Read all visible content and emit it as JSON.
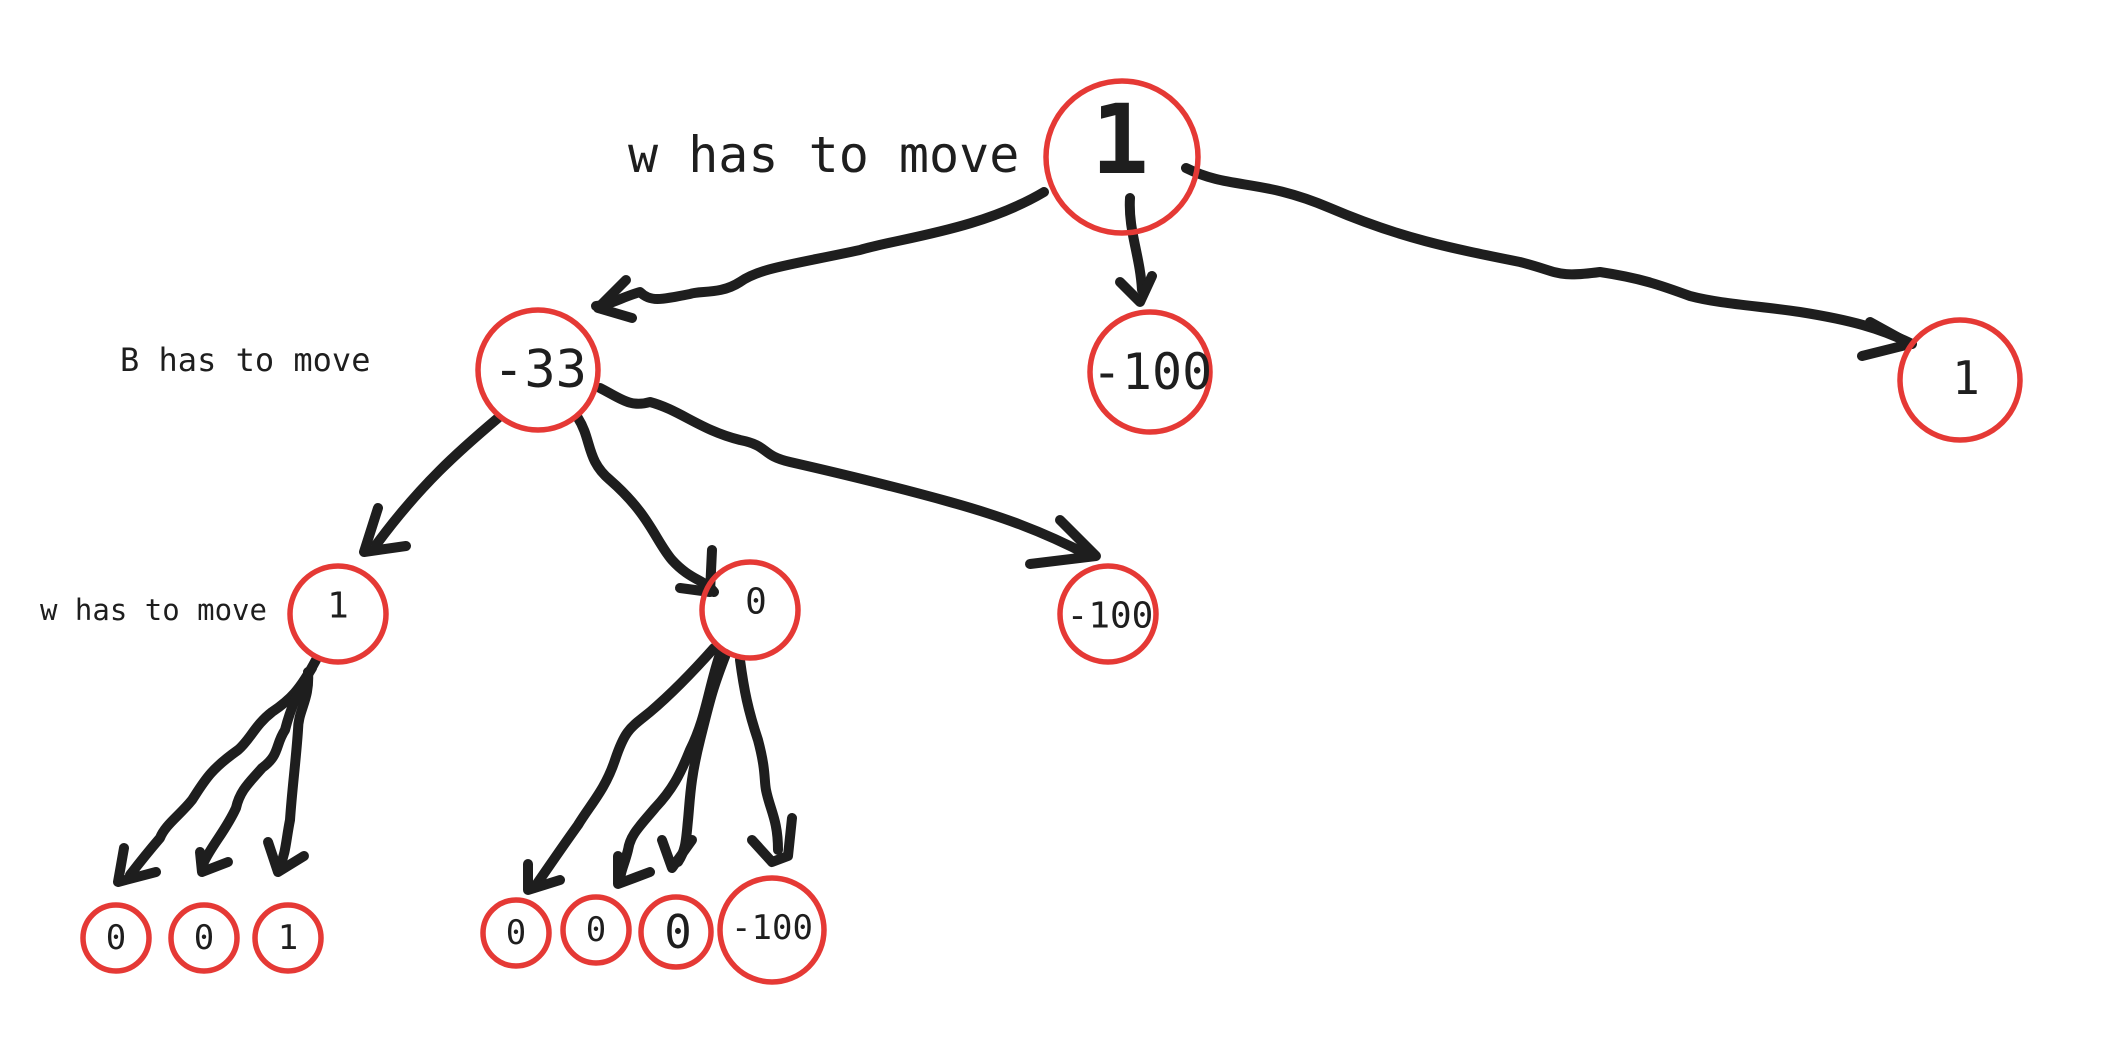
{
  "labels": {
    "root": "w has to move",
    "level1": "B has to move",
    "level2": "w has to move"
  },
  "nodes": {
    "root": "1",
    "b_main": "-33",
    "b_mid": "-100",
    "b_right": "1",
    "w_left": "1",
    "w_mid": "0",
    "w_right": "-100",
    "leaf1": "0",
    "leaf2": "0",
    "leaf3": "1",
    "leaf4": "0",
    "leaf5": "0",
    "leaf6": "0",
    "leaf7": "-100"
  },
  "colors": {
    "node_outline": "#e53935",
    "ink": "#1e1e1e",
    "background": "#ffffff"
  }
}
